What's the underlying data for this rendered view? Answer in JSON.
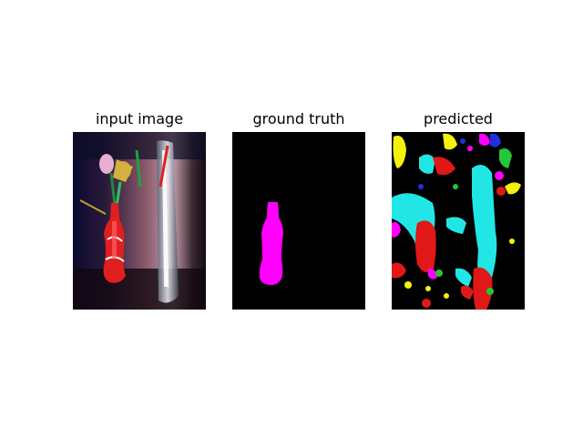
{
  "figure": {
    "panels": [
      {
        "title": "input image",
        "content": "photo of a red bottle with flowers in a vase"
      },
      {
        "title": "ground truth",
        "content": "magenta bottle-shaped segmentation mask on black"
      },
      {
        "title": "predicted",
        "content": "noisy multicolor segmentation prediction"
      }
    ]
  },
  "colors": {
    "background": "#000000",
    "mask_magenta": "#ff00ff",
    "pred_cyan": "#22e6e6",
    "pred_red": "#e01818",
    "pred_yellow": "#f2f20a",
    "pred_green": "#22c83a",
    "pred_blue": "#2030e0"
  }
}
